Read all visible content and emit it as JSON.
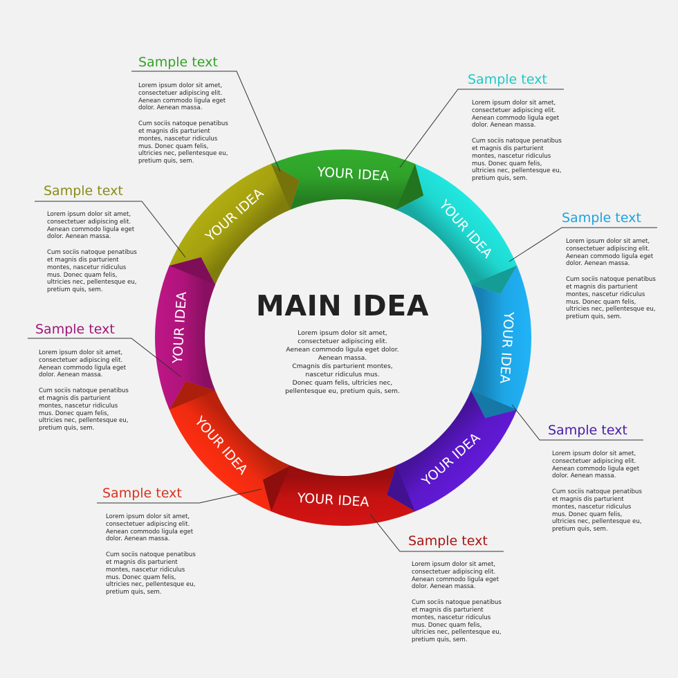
{
  "main": {
    "title": "MAIN IDEA",
    "body": "Lorem ipsum dolor sit amet,\nconsectetuer adipiscing elit.\nAenean commodo ligula eget dolor.\nAenean massa.\nCmagnis dis parturient montes,\nnascetur ridiculus mus.\nDonec quam felis, ultricies nec,\npellentesque eu, pretium quis, sem."
  },
  "segments": [
    {
      "label": "YOUR IDEA",
      "color": "#2fa12a"
    },
    {
      "label": "YOUR IDEA",
      "color": "#1fd8d0"
    },
    {
      "label": "YOUR IDEA",
      "color": "#1ea6e6"
    },
    {
      "label": "YOUR IDEA",
      "color": "#5b18c8"
    },
    {
      "label": "YOUR IDEA",
      "color": "#c51212"
    },
    {
      "label": "YOUR IDEA",
      "color": "#ee2b10"
    },
    {
      "label": "YOUR IDEA",
      "color": "#b0147c"
    },
    {
      "label": "YOUR IDEA",
      "color": "#a4a010"
    }
  ],
  "blocks": [
    {
      "title": "Sample text",
      "color": "#35a128",
      "p1": "Lorem ipsum dolor sit amet,\nconsectetuer adipiscing elit.\nAenean commodo ligula eget\ndolor. Aenean massa.",
      "p2": "Cum sociis natoque penatibus\net magnis dis parturient\nmontes, nascetur ridiculus\nmus. Donec quam felis,\nultricies nec, pellentesque eu,\npretium quis, sem."
    },
    {
      "title": "Sample text",
      "color": "#20c9c6",
      "p1": "Lorem ipsum dolor sit amet,\nconsectetuer adipiscing elit.\nAenean commodo ligula eget\ndolor. Aenean massa.",
      "p2": "Cum sociis natoque penatibus\net magnis dis parturient\nmontes, nascetur ridiculus\nmus. Donec quam felis,\nultricies nec, pellentesque eu,\npretium quis, sem."
    },
    {
      "title": "Sample text",
      "color": "#1ea2e0",
      "p1": "Lorem ipsum dolor sit amet,\nconsectetuer adipiscing elit.\nAenean commodo ligula eget\ndolor. Aenean massa.",
      "p2": "Cum sociis natoque penatibus\net magnis dis parturient\nmontes, nascetur ridiculus\nmus. Donec quam felis,\nultricies nec, pellentesque eu,\npretium quis, sem."
    },
    {
      "title": "Sample text",
      "color": "#4a1aa8",
      "p1": "Lorem ipsum dolor sit amet,\nconsectetuer adipiscing elit.\nAenean commodo ligula eget\ndolor. Aenean massa.",
      "p2": "Cum sociis natoque penatibus\net magnis dis parturient\nmontes, nascetur ridiculus\nmus. Donec quam felis,\nultricies nec, pellentesque eu,\npretium quis, sem."
    },
    {
      "title": "Sample text",
      "color": "#a81414",
      "p1": "Lorem ipsum dolor sit amet,\nconsectetuer adipiscing elit.\nAenean commodo ligula eget\ndolor. Aenean massa.",
      "p2": "Cum sociis natoque penatibus\net magnis dis parturient\nmontes, nascetur ridiculus\nmus. Donec quam felis,\nultricies nec, pellentesque eu,\npretium quis, sem."
    },
    {
      "title": "Sample text",
      "color": "#d9321e",
      "p1": "Lorem ipsum dolor sit amet,\nconsectetuer adipiscing elit.\nAenean commodo ligula eget\ndolor. Aenean massa.",
      "p2": "Cum sociis natoque penatibus\net magnis dis parturient\nmontes, nascetur ridiculus\nmus. Donec quam felis,\nultricies nec, pellentesque eu,\npretium quis, sem."
    },
    {
      "title": "Sample text",
      "color": "#a0157a",
      "p1": "Lorem ipsum dolor sit amet,\nconsectetuer adipiscing elit.\nAenean commodo ligula eget\ndolor. Aenean massa.",
      "p2": "Cum sociis natoque penatibus\net magnis dis parturient\nmontes, nascetur ridiculus\nmus. Donec quam felis,\nultricies nec, pellentesque eu,\npretium quis, sem."
    },
    {
      "title": "Sample text",
      "color": "#8c8a1a",
      "p1": "Lorem ipsum dolor sit amet,\nconsectetuer adipiscing elit.\nAenean commodo ligula eget\ndolor. Aenean massa.",
      "p2": "Cum sociis natoque penatibus\net magnis dis parturient\nmontes, nascetur ridiculus\nmus. Donec quam felis,\nultricies nec, pellentesque eu,\npretium quis, sem."
    }
  ]
}
